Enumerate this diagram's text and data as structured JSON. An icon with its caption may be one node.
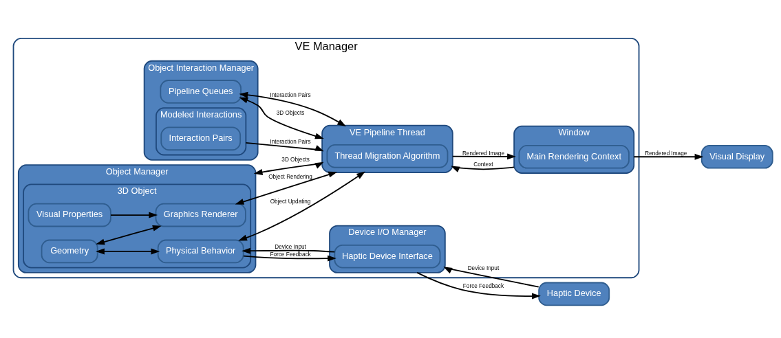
{
  "diagram": {
    "nodes": [
      {
        "text": [
          "VE Manager"
        ]
      },
      {
        "text": [
          "Object Interaction Manager"
        ],
        "in": 0
      },
      {
        "text": [
          "Pipeline Queues"
        ],
        "in": 1
      },
      {
        "text": [
          "Modeled Interactions"
        ],
        "in": 1
      },
      {
        "text": [
          "Interaction Pairs"
        ],
        "in": 3
      },
      {
        "text": [
          "Object Manager"
        ],
        "in": 0
      },
      {
        "text": [
          "3D Object"
        ],
        "in": 5
      },
      {
        "text": [
          "Visual Properties"
        ],
        "in": 6
      },
      {
        "text": [
          "Graphics Renderer"
        ],
        "in": 6
      },
      {
        "text": [
          "Geometry"
        ],
        "in": 6
      },
      {
        "text": [
          "Physical Behavior"
        ],
        "in": 6
      },
      {
        "text": [
          "VE Pipeline Thread"
        ],
        "in": 0
      },
      {
        "text": [
          "Thread Migration Algorithm"
        ],
        "in": 11
      },
      {
        "text": [
          "Window"
        ],
        "in": 0
      },
      {
        "text": [
          "Main Rendering Context"
        ],
        "in": 13
      },
      {
        "text": [
          "Device I/O Manager"
        ],
        "in": 0
      },
      {
        "text": [
          "Haptic Device Interface"
        ],
        "in": 15
      },
      {
        "text": [
          "Visual Display"
        ]
      },
      {
        "text": [
          "Haptic Device"
        ]
      }
    ],
    "edges": [
      {
        "from": 2,
        "to": 11,
        "arrow": "both",
        "label": "3D Objects"
      },
      {
        "from": 2,
        "to": 11,
        "arrow": "both",
        "label": "Interaction Pairs"
      },
      {
        "from": 3,
        "to": 11,
        "arrow": "to",
        "label": "Interaction Pairs"
      },
      {
        "from": 5,
        "to": 11,
        "arrow": "both",
        "label": "3D Objects"
      },
      {
        "from": 8,
        "to": 11,
        "arrow": "both",
        "label": "Object Rendering"
      },
      {
        "from": 10,
        "to": 11,
        "arrow": "both",
        "label": "Object Updating"
      },
      {
        "from": 7,
        "to": 8,
        "arrow": "to"
      },
      {
        "from": 9,
        "to": 8,
        "arrow": "both"
      },
      {
        "from": 9,
        "to": 10,
        "arrow": "both"
      },
      {
        "from": 13,
        "to": 11,
        "arrow": "to",
        "label": "Context"
      },
      {
        "from": 11,
        "to": 13,
        "arrow": "to",
        "label": "Rendered Image"
      },
      {
        "from": 13,
        "to": 17,
        "arrow": "to",
        "label": "Rendered Image"
      },
      {
        "from": 18,
        "to": 15,
        "arrow": "to",
        "label": "Device Input"
      },
      {
        "from": 15,
        "to": 18,
        "arrow": "to",
        "label": "Force Feedback"
      },
      {
        "from": 16,
        "to": 10,
        "arrow": "to",
        "label": "Device Input"
      },
      {
        "from": 10,
        "to": 16,
        "arrow": "to",
        "label": "Force Feedback"
      }
    ]
  }
}
